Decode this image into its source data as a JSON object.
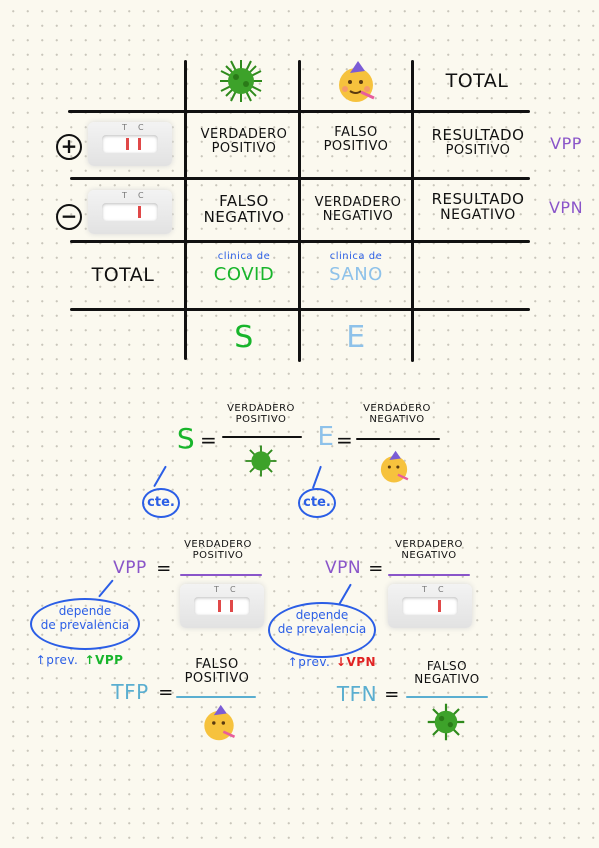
{
  "table": {
    "header_total": "TOTAL",
    "row_positive": {
      "sign": "+",
      "c1": [
        "VERDADERO",
        "POSITIVO"
      ],
      "c2": [
        "FALSO",
        "POSITIVO"
      ],
      "c3": [
        "RESULTADO",
        "POSITIVO"
      ],
      "side": "VPP"
    },
    "row_negative": {
      "sign": "−",
      "c1": [
        "FALSO",
        "NEGATIVO"
      ],
      "c2": [
        "VERDADERO",
        "NEGATIVO"
      ],
      "c3": [
        "RESULTADO",
        "NEGATIVO"
      ],
      "side": "VPN"
    },
    "row_total": {
      "label": "TOTAL",
      "c1_small": "clinica de",
      "c1_big": "COVID",
      "c2_small": "clinica de",
      "c2_big": "SANO"
    },
    "row_bottom": {
      "c1": "S",
      "c2": "E"
    },
    "test_labels": [
      "T",
      "C"
    ]
  },
  "formulas": {
    "s": {
      "letter": "S",
      "eq": "=",
      "num": [
        "VERDADERO",
        "POSITIVO"
      ],
      "tag": "cte."
    },
    "e": {
      "letter": "E",
      "eq": "=",
      "num": [
        "VERDADERO",
        "NEGATIVO"
      ],
      "tag": "cte."
    },
    "vpp": {
      "label": "VPP",
      "eq": "=",
      "num": [
        "VERDADERO",
        "POSITIVO"
      ],
      "bubble": [
        "depende",
        "de prevalencia"
      ],
      "arrow_note_a": "↑prev.",
      "arrow_note_b": "↑VPP"
    },
    "vpn": {
      "label": "VPN",
      "eq": "=",
      "num": [
        "VERDADERO",
        "NEGATIVO"
      ],
      "bubble": [
        "depende",
        "de prevalencia"
      ],
      "arrow_note_a": "↑prev.",
      "arrow_note_b": "↓VPN"
    },
    "tfp": {
      "label": "TFP",
      "eq": "=",
      "num": [
        "FALSO",
        "POSITIVO"
      ]
    },
    "tfn": {
      "label": "TFN",
      "eq": "=",
      "num": [
        "FALSO",
        "NEGATIVO"
      ]
    }
  },
  "colors": {
    "green": "#18b52b",
    "lightblue": "#8ec2ea",
    "blue": "#2b5ee6",
    "purple": "#8a55c9",
    "red": "#e02222",
    "teal": "#5aaed0",
    "virus": "#2f8a1c",
    "emoji": "#f6c23d"
  }
}
